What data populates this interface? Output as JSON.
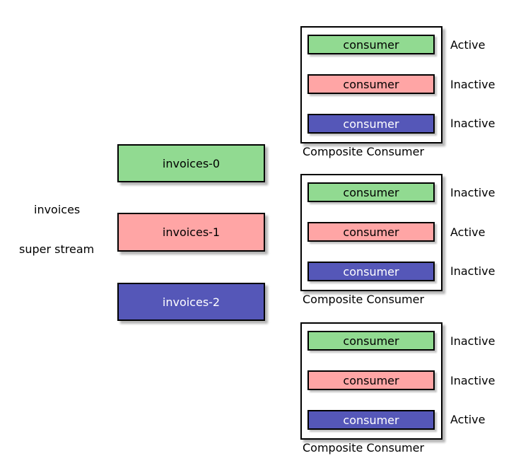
{
  "colors": {
    "green": "#91DA91",
    "pink": "#FFA5A5",
    "blue": "#5557B8",
    "border": "#000000",
    "shadow": "#B4B4B4"
  },
  "diagram": {
    "stream": {
      "name_label": "invoices",
      "type_label": "super stream",
      "partitions": [
        {
          "label": "invoices-0",
          "color": "green"
        },
        {
          "label": "invoices-1",
          "color": "pink"
        },
        {
          "label": "invoices-2",
          "color": "blue"
        }
      ]
    },
    "composite_consumers": [
      {
        "title": "Composite Consumer",
        "consumers": [
          {
            "label": "consumer",
            "color": "green",
            "status": "Active"
          },
          {
            "label": "consumer",
            "color": "pink",
            "status": "Inactive"
          },
          {
            "label": "consumer",
            "color": "blue",
            "status": "Inactive"
          }
        ]
      },
      {
        "title": "Composite Consumer",
        "consumers": [
          {
            "label": "consumer",
            "color": "green",
            "status": "Inactive"
          },
          {
            "label": "consumer",
            "color": "pink",
            "status": "Active"
          },
          {
            "label": "consumer",
            "color": "blue",
            "status": "Inactive"
          }
        ]
      },
      {
        "title": "Composite Consumer",
        "consumers": [
          {
            "label": "consumer",
            "color": "green",
            "status": "Inactive"
          },
          {
            "label": "consumer",
            "color": "pink",
            "status": "Inactive"
          },
          {
            "label": "consumer",
            "color": "blue",
            "status": "Active"
          }
        ]
      }
    ]
  }
}
